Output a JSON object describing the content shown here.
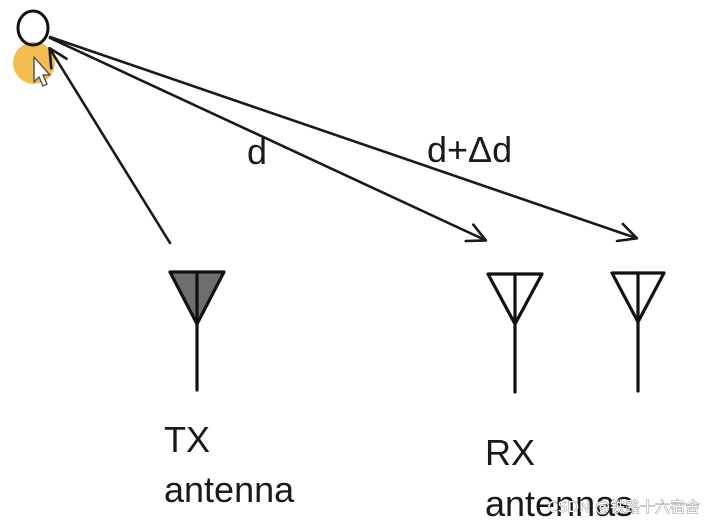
{
  "labels": {
    "path_direct": "d",
    "path_delta": "d+Δd",
    "tx_line1": "TX",
    "tx_line2": "antenna",
    "rx_line1": "RX",
    "rx_line2": "antennas"
  },
  "watermark": "CSDN @铁路十六宿舍",
  "colors": {
    "line": "#1a1a1a",
    "tx_fill": "#6e6e6e",
    "cursor_highlight": "#f2b233",
    "background": "#ffffff"
  },
  "icons": {
    "source": "circle-source-icon",
    "cursor": "mouse-pointer-icon"
  }
}
